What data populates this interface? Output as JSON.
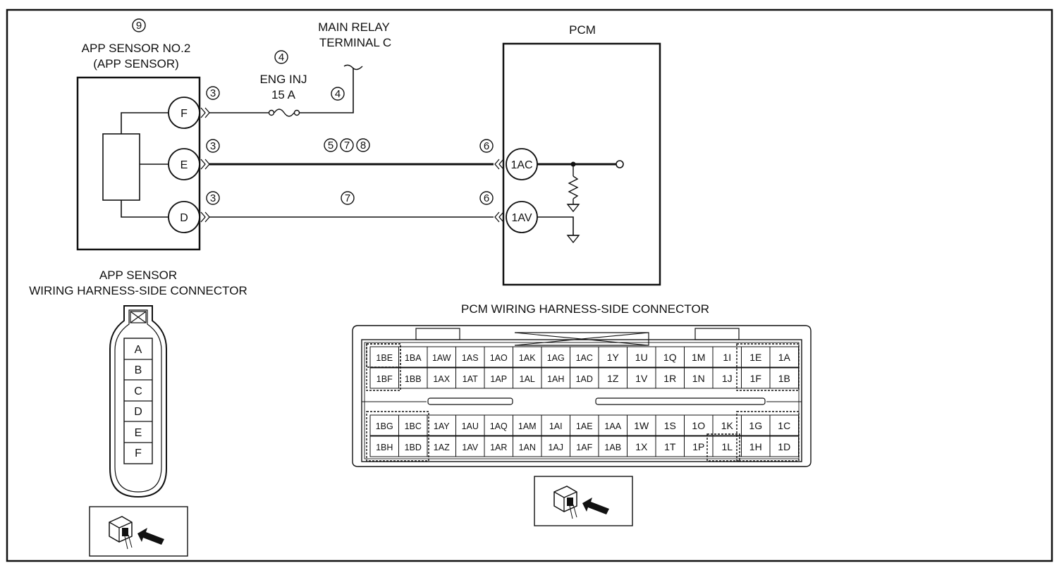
{
  "sensor": {
    "callout": "9",
    "title_line1": "APP SENSOR NO.2",
    "title_line2": "(APP SENSOR)",
    "pins": [
      "F",
      "E",
      "D"
    ]
  },
  "relay": {
    "line1": "MAIN RELAY",
    "line2": "TERMINAL C"
  },
  "fuse": {
    "callout": "4",
    "name": "ENG INJ",
    "rating": "15 A",
    "relay_callout": "4"
  },
  "pcm": {
    "title": "PCM",
    "pins": [
      "1AC",
      "1AV"
    ]
  },
  "wires": {
    "connector_callout": "3",
    "pcm_callout": "6",
    "e_callouts": [
      "5",
      "7",
      "8"
    ],
    "d_callouts": [
      "7"
    ]
  },
  "app_connector": {
    "title_line1": "APP SENSOR",
    "title_line2": "WIRING HARNESS-SIDE CONNECTOR",
    "pins": [
      "A",
      "B",
      "C",
      "D",
      "E",
      "F"
    ]
  },
  "pcm_connector": {
    "title": "PCM WIRING HARNESS-SIDE CONNECTOR",
    "rows": [
      [
        "1BE",
        "1BA",
        "1AW",
        "1AS",
        "1AO",
        "1AK",
        "1AG",
        "1AC",
        "1Y",
        "1U",
        "1Q",
        "1M",
        "1I",
        "1E",
        "1A"
      ],
      [
        "1BF",
        "1BB",
        "1AX",
        "1AT",
        "1AP",
        "1AL",
        "1AH",
        "1AD",
        "1Z",
        "1V",
        "1R",
        "1N",
        "1J",
        "1F",
        "1B"
      ],
      [
        "1BG",
        "1BC",
        "1AY",
        "1AU",
        "1AQ",
        "1AM",
        "1AI",
        "1AE",
        "1AA",
        "1W",
        "1S",
        "1O",
        "1K",
        "1G",
        "1C"
      ],
      [
        "1BH",
        "1BD",
        "1AZ",
        "1AV",
        "1AR",
        "1AN",
        "1AJ",
        "1AF",
        "1AB",
        "1X",
        "1T",
        "1P",
        "1L",
        "1H",
        "1D"
      ]
    ]
  },
  "icons": [
    "connector-view-icon",
    "fuse-icon",
    "resistor-icon",
    "ground-icon"
  ]
}
